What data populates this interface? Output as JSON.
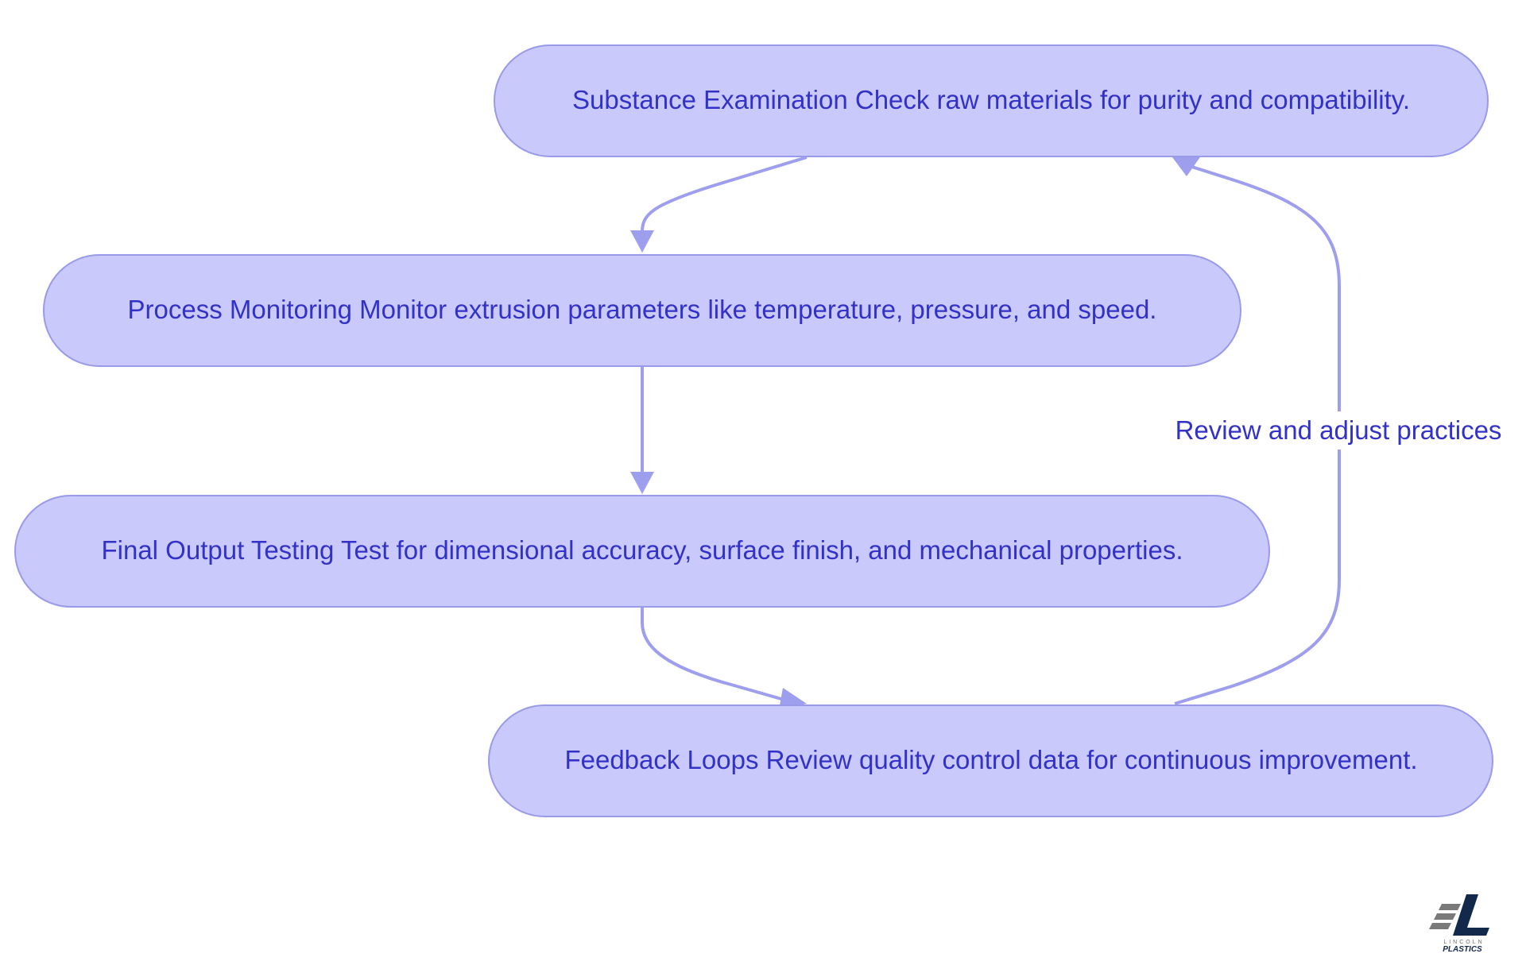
{
  "diagram": {
    "nodes": [
      {
        "id": "substance-examination",
        "label": "Substance Examination Check raw materials for purity and compatibility."
      },
      {
        "id": "process-monitoring",
        "label": "Process Monitoring Monitor extrusion parameters like temperature, pressure, and speed."
      },
      {
        "id": "final-output-testing",
        "label": "Final Output Testing Test for dimensional accuracy, surface finish, and mechanical properties."
      },
      {
        "id": "feedback-loops",
        "label": "Feedback Loops Review quality control data for continuous improvement."
      }
    ],
    "edges": [
      {
        "from": "substance-examination",
        "to": "process-monitoring",
        "label": ""
      },
      {
        "from": "process-monitoring",
        "to": "final-output-testing",
        "label": ""
      },
      {
        "from": "final-output-testing",
        "to": "feedback-loops",
        "label": ""
      },
      {
        "from": "feedback-loops",
        "to": "substance-examination",
        "label": "Review and adjust practices"
      }
    ]
  },
  "logo": {
    "line1": "LINCOLN",
    "line2": "PLASTICS"
  },
  "colors": {
    "node_fill": "#c9c9fb",
    "node_stroke": "#9a9aea",
    "edge": "#9e9eee",
    "text": "#3232c8",
    "logo": "#13294b"
  }
}
